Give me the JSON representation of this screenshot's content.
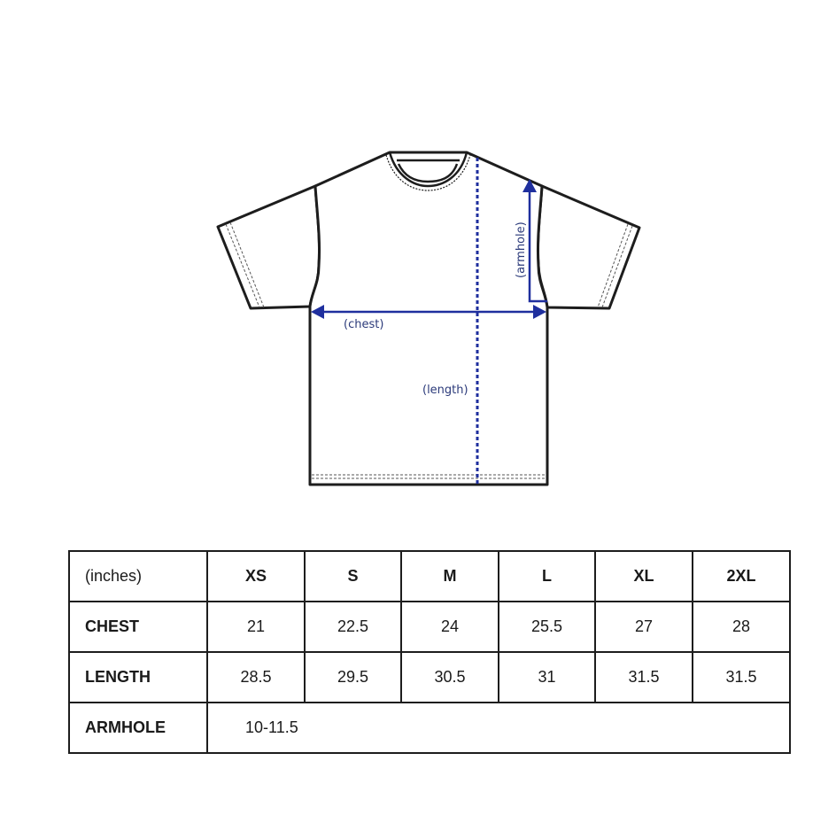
{
  "diagram": {
    "labels": {
      "chest": "(chest)",
      "length": "(length)",
      "armhole": "(armhole)"
    },
    "colors": {
      "outline": "#1d1d1d",
      "measure": "#1f2f9e",
      "label": "#2b3a7a",
      "stitch": "#555555"
    }
  },
  "table": {
    "unit_label": "(inches)",
    "sizes": [
      "XS",
      "S",
      "M",
      "L",
      "XL",
      "2XL"
    ],
    "rows": [
      {
        "label": "CHEST",
        "values": [
          "21",
          "22.5",
          "24",
          "25.5",
          "27",
          "28"
        ]
      },
      {
        "label": "LENGTH",
        "values": [
          "28.5",
          "29.5",
          "30.5",
          "31",
          "31.5",
          "31.5"
        ]
      }
    ],
    "armhole": {
      "label": "ARMHOLE",
      "value": "10-11.5"
    }
  }
}
